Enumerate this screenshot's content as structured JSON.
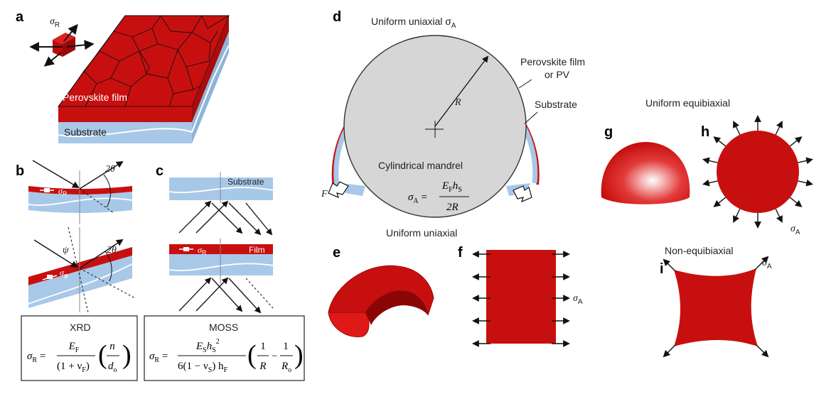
{
  "colors": {
    "film": "#c80f0f",
    "film_dark": "#8a0a0a",
    "substrate": "#a8c8e8",
    "substrate_stroke": "#7aa0c8",
    "mandrel": "#d6d6d6",
    "arrow": "#111111"
  },
  "panel_a": {
    "letter": "a",
    "sigma_r_symbol": "σ",
    "sigma_r_sub": "R",
    "film_label": "Perovskite film",
    "substrate_label": "Substrate"
  },
  "panel_b": {
    "letter": "b",
    "two_theta_top": "2θ",
    "two_theta_bottom": "2θ",
    "psi": "ψ",
    "sigma_r_symbol": "σ",
    "sigma_r_sub": "R",
    "sigma_phi_sub": "φ",
    "method": "XRD",
    "equation_lhs": "σ",
    "equation_lhs_sub": "R",
    "equation_num": "E",
    "equation_num_sub": "F",
    "equation_den": "(1 + ν",
    "equation_den_sub": "F",
    "equation_den_end": ")",
    "paren_num": "n",
    "paren_den": "d",
    "paren_den_sub": "o"
  },
  "panel_c": {
    "letter": "c",
    "substrate_label": "Substrate",
    "film_label": "Film",
    "sigma_r_symbol": "σ",
    "sigma_r_sub": "R",
    "method": "MOSS",
    "equation_lhs": "σ",
    "equation_lhs_sub": "R",
    "num": "E",
    "num_sub": "S",
    "num_h": "h",
    "num_h_sub": "S",
    "num_h_sup": "2",
    "den": "6(1 − ν",
    "den_sub": "S",
    "den_end": ") h",
    "den_h_sub": "F",
    "frac1_num": "1",
    "frac1_den": "R",
    "frac2_num": "1",
    "frac2_den": "R",
    "frac2_den_sub": "o",
    "minus": "−"
  },
  "panel_d": {
    "letter": "d",
    "title": "Uniform uniaxial σ",
    "title_sub": "A",
    "film_label_1": "Perovskite film",
    "film_label_2": "or PV",
    "substrate_label": "Substrate",
    "radius_label": "R",
    "mandrel_label": "Cylindrical mandrel",
    "force_label": "F",
    "eq_lhs": "σ",
    "eq_lhs_sub": "A",
    "eq_num_e": "E",
    "eq_num_e_sub": "F",
    "eq_num_h": "h",
    "eq_num_h_sub": "S",
    "eq_den": "2R"
  },
  "uniaxial_header": "Uniform uniaxial",
  "panel_e": {
    "letter": "e"
  },
  "panel_f": {
    "letter": "f",
    "sigma": "σ",
    "sigma_sub": "A"
  },
  "equibiaxial_header": "Uniform equibiaxial",
  "panel_g": {
    "letter": "g"
  },
  "panel_h": {
    "letter": "h",
    "sigma": "σ",
    "sigma_sub": "A"
  },
  "nonequi_header": "Non-equibiaxial",
  "panel_i": {
    "letter": "i",
    "sigma": "σ",
    "sigma_sub": "A"
  }
}
